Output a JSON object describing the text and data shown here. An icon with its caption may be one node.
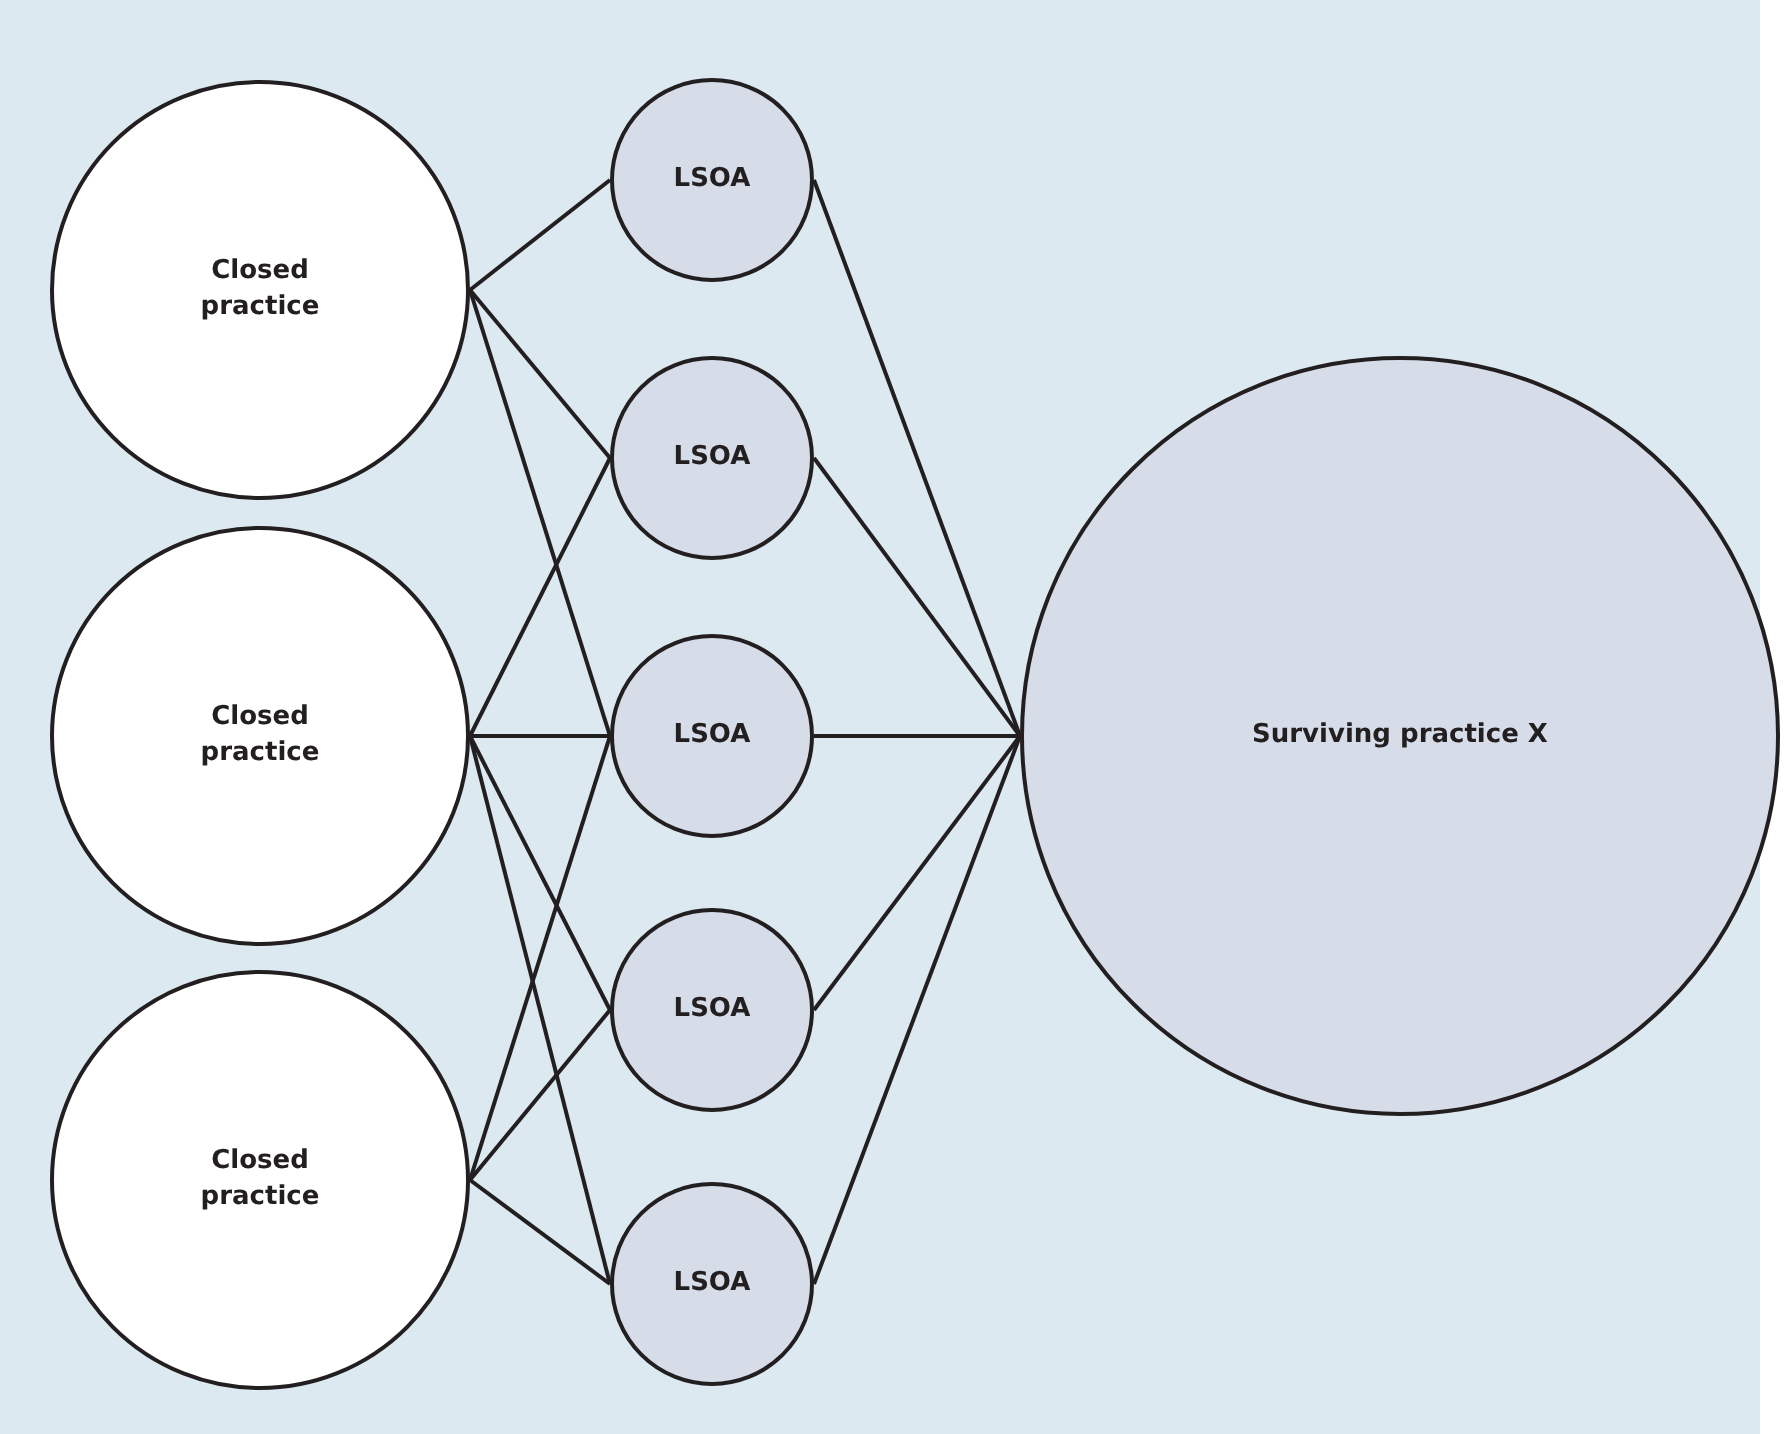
{
  "diagram": {
    "nodes": [
      {
        "text": [
          "Closed practice"
        ]
      },
      {
        "text": [
          "Closed practice"
        ]
      },
      {
        "text": [
          "Closed practice"
        ]
      },
      {
        "text": [
          "LSOA"
        ]
      },
      {
        "text": [
          "LSOA"
        ]
      },
      {
        "text": [
          "LSOA"
        ]
      },
      {
        "text": [
          "LSOA"
        ]
      },
      {
        "text": [
          "LSOA"
        ]
      },
      {
        "text": [
          "Surviving practice X"
        ]
      }
    ],
    "edges": [
      {
        "from": 0,
        "to": 3,
        "arrow": "none"
      },
      {
        "from": 0,
        "to": 4,
        "arrow": "none"
      },
      {
        "from": 0,
        "to": 5,
        "arrow": "none"
      },
      {
        "from": 1,
        "to": 4,
        "arrow": "none"
      },
      {
        "from": 1,
        "to": 5,
        "arrow": "none"
      },
      {
        "from": 1,
        "to": 6,
        "arrow": "none"
      },
      {
        "from": 1,
        "to": 7,
        "arrow": "none"
      },
      {
        "from": 2,
        "to": 5,
        "arrow": "none"
      },
      {
        "from": 2,
        "to": 6,
        "arrow": "none"
      },
      {
        "from": 2,
        "to": 7,
        "arrow": "none"
      },
      {
        "from": 3,
        "to": 8,
        "arrow": "none"
      },
      {
        "from": 4,
        "to": 8,
        "arrow": "none"
      },
      {
        "from": 5,
        "to": 8,
        "arrow": "none"
      },
      {
        "from": 6,
        "to": 8,
        "arrow": "none"
      },
      {
        "from": 7,
        "to": 8,
        "arrow": "none"
      }
    ]
  }
}
